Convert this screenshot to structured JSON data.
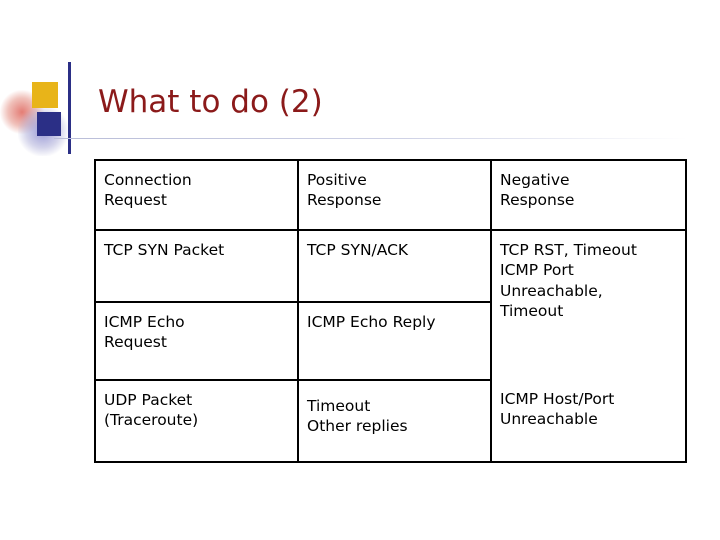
{
  "slide": {
    "title": "What to do (2)",
    "title_color": "#8b1a1a",
    "accent_gold": "#e8b419",
    "accent_navy": "#2b2f86"
  },
  "table": {
    "headers": {
      "col0_line1": "Connection",
      "col0_line2": "Request",
      "col1_line1": "Positive",
      "col1_line2": "Response",
      "col2_line1": "Negative",
      "col2_line2": "Response"
    },
    "rows": [
      {
        "request": "TCP SYN Packet",
        "positive": "TCP SYN/ACK",
        "negative_line1": "TCP RST, Timeout",
        "negative_line2": "ICMP Port",
        "negative_line3": "Unreachable,",
        "negative_line4": "Timeout"
      },
      {
        "request_line1": "ICMP Echo",
        "request_line2": "Request",
        "positive": "ICMP Echo Reply"
      },
      {
        "request_line1": "UDP Packet",
        "request_line2": "(Traceroute)",
        "positive_line1": "Timeout",
        "positive_line2": "Other replies",
        "negative_line1": "ICMP Host/Port",
        "negative_line2": "Unreachable"
      }
    ]
  }
}
